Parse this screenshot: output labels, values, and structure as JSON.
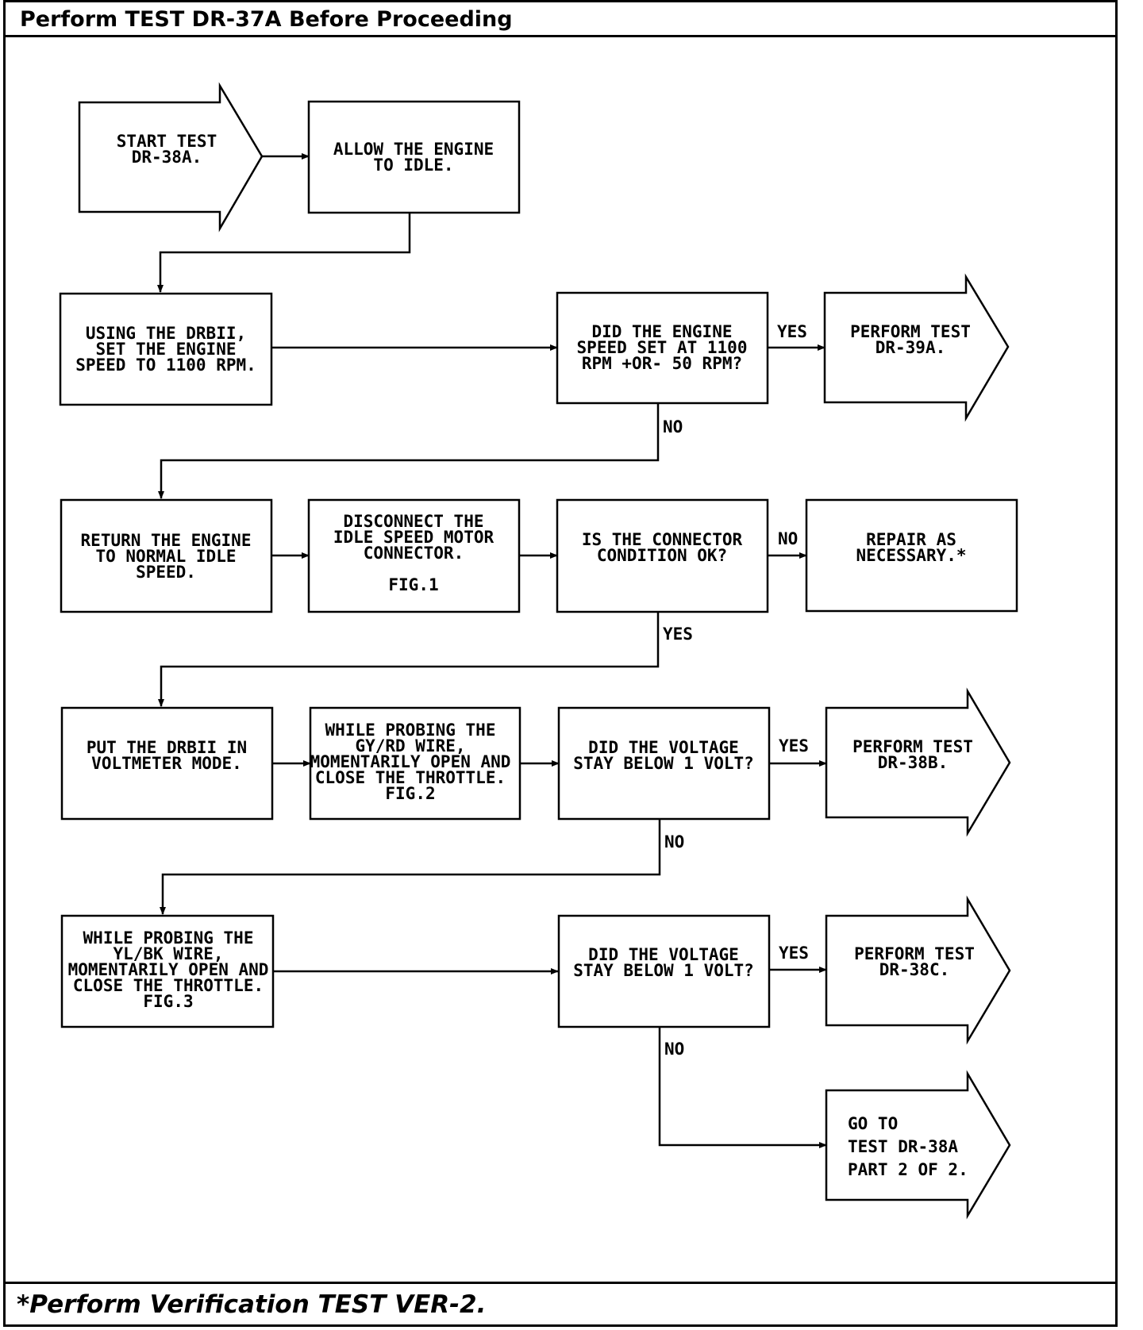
{
  "header": {
    "title": "Perform TEST DR-37A Before Proceeding"
  },
  "footer": {
    "note": "*Perform Verification TEST VER-2."
  },
  "nodes": {
    "start": [
      "START TEST",
      "DR-38A."
    ],
    "idle": [
      "ALLOW THE ENGINE",
      "TO IDLE."
    ],
    "set_rpm": [
      "USING THE DRBII,",
      "SET THE ENGINE",
      "SPEED TO 1100 RPM."
    ],
    "q_rpm": [
      "DID THE ENGINE",
      "SPEED SET AT 1100",
      "RPM +OR- 50 RPM?"
    ],
    "perform_39a": [
      "PERFORM TEST",
      "DR-39A."
    ],
    "return_idle": [
      "RETURN THE ENGINE",
      "TO NORMAL IDLE",
      "SPEED."
    ],
    "disconnect": [
      "DISCONNECT THE",
      "IDLE SPEED MOTOR",
      "CONNECTOR.",
      "",
      "FIG.1"
    ],
    "q_connector": [
      "IS THE CONNECTOR",
      "CONDITION OK?"
    ],
    "repair": [
      "REPAIR AS",
      "NECESSARY.*"
    ],
    "voltmeter": [
      "PUT THE DRBII IN",
      "VOLTMETER MODE."
    ],
    "probe_gy": [
      "WHILE PROBING THE",
      "GY/RD WIRE,",
      "MOMENTARILY OPEN AND",
      "CLOSE THE THROTTLE.",
      "FIG.2"
    ],
    "q_volt1": [
      "DID THE VOLTAGE",
      "STAY BELOW 1 VOLT?"
    ],
    "perform_38b": [
      "PERFORM TEST",
      "DR-38B."
    ],
    "probe_yl": [
      "WHILE PROBING THE",
      "YL/BK WIRE,",
      "MOMENTARILY OPEN AND",
      "CLOSE THE THROTTLE.",
      "FIG.3"
    ],
    "q_volt2": [
      "DID THE VOLTAGE",
      "STAY BELOW 1 VOLT?"
    ],
    "perform_38c": [
      "PERFORM TEST",
      "DR-38C."
    ],
    "goto": [
      "GO TO",
      "TEST DR-38A",
      "PART 2 OF 2."
    ]
  },
  "edge_labels": {
    "rpm_yes": "YES",
    "rpm_no": "NO",
    "connector_no": "NO",
    "connector_yes": "YES",
    "volt1_yes": "YES",
    "volt1_no": "NO",
    "volt2_yes": "YES",
    "volt2_no": "NO"
  }
}
